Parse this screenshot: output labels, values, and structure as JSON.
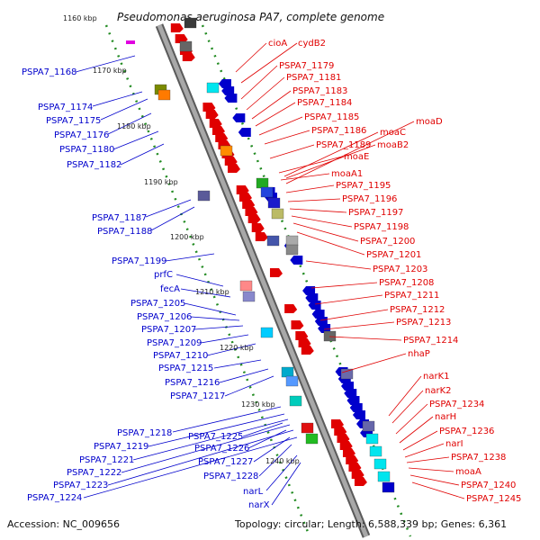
{
  "title": "Pseudomonas aeruginosa PA7, complete genome",
  "footer": {
    "accession": "Accession: NC_009656",
    "topology": "Topology: circular; Length: 6,588,339 bp; Genes: 6,361"
  },
  "colors": {
    "forward_strand": "#e00000",
    "reverse_strand": "#0000cc",
    "backbone": "#8a8a8a",
    "ticks": "#228b22"
  },
  "scale_labels": [
    "1160 kbp",
    "1170 kbp",
    "1180 kbp",
    "1190 kbp",
    "1200 kbp",
    "1210 kbp",
    "1220 kbp",
    "1230 kbp",
    "1240 kbp"
  ],
  "left_labels": [
    "PSPA7_1168",
    "PSPA7_1174",
    "PSPA7_1175",
    "PSPA7_1176",
    "PSPA7_1180",
    "PSPA7_1182",
    "PSPA7_1187",
    "PSPA7_1188",
    "PSPA7_1199",
    "prfC",
    "fecA",
    "PSPA7_1205",
    "PSPA7_1206",
    "PSPA7_1207",
    "PSPA7_1209",
    "PSPA7_1210",
    "PSPA7_1215",
    "PSPA7_1216",
    "PSPA7_1217",
    "PSPA7_1218",
    "PSPA7_1219",
    "PSPA7_1221",
    "PSPA7_1222",
    "PSPA7_1223",
    "PSPA7_1224",
    "PSPA7_1225",
    "PSPA7_1226",
    "PSPA7_1227",
    "PSPA7_1228",
    "narL",
    "narX"
  ],
  "right_labels": [
    "cioA",
    "cydB2",
    "PSPA7_1179",
    "PSPA7_1181",
    "PSPA7_1183",
    "PSPA7_1184",
    "PSPA7_1185",
    "PSPA7_1186",
    "PSPA7_1189",
    "moaE",
    "moaA1",
    "moaC",
    "moaB2",
    "moaD",
    "PSPA7_1195",
    "PSPA7_1196",
    "PSPA7_1197",
    "PSPA7_1198",
    "PSPA7_1200",
    "PSPA7_1201",
    "PSPA7_1203",
    "PSPA7_1208",
    "PSPA7_1211",
    "PSPA7_1212",
    "PSPA7_1213",
    "PSPA7_1214",
    "nhaP",
    "narK1",
    "narK2",
    "PSPA7_1234",
    "narH",
    "PSPA7_1236",
    "narI",
    "PSPA7_1238",
    "moaA",
    "PSPA7_1240",
    "PSPA7_1245"
  ]
}
